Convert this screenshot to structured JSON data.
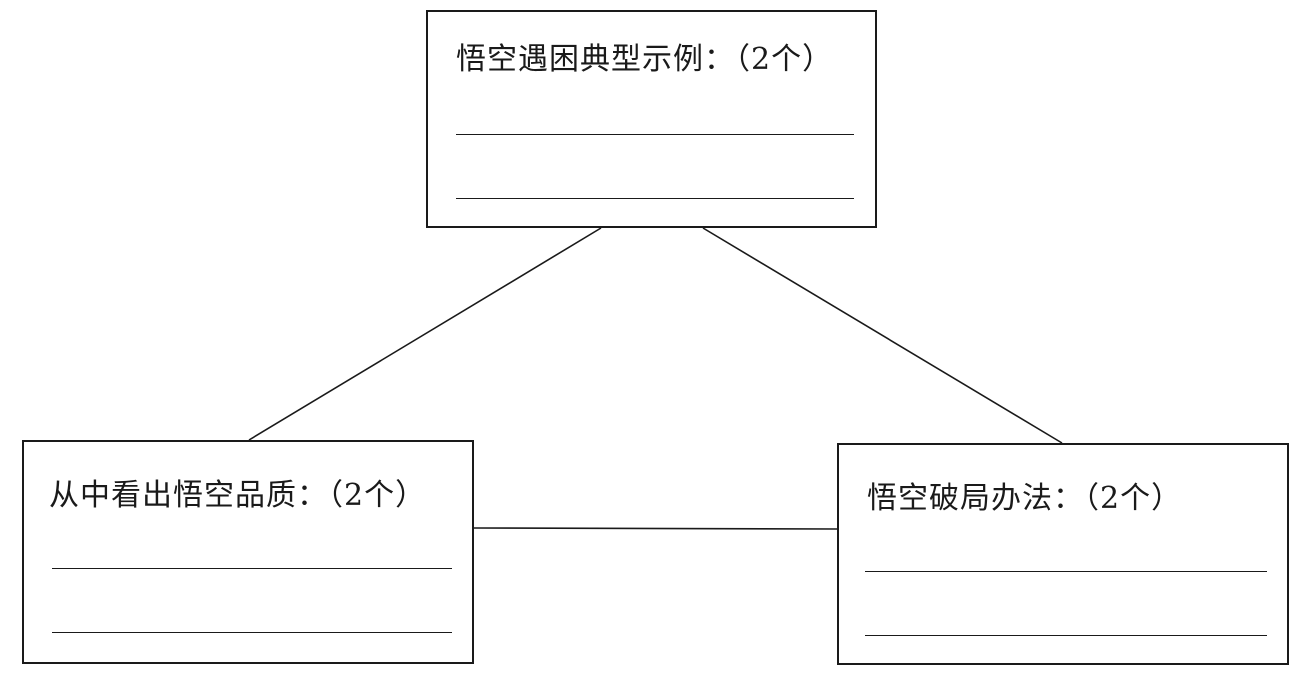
{
  "diagram": {
    "nodes": [
      {
        "id": "top",
        "title": "悟空遇困典型示例：（2个）",
        "blank_lines": 2
      },
      {
        "id": "left",
        "title": "从中看出悟空品质：（2个）",
        "blank_lines": 2
      },
      {
        "id": "right",
        "title": "悟空破局办法：（2个）",
        "blank_lines": 2
      }
    ],
    "edges": [
      {
        "from": "top",
        "to": "left"
      },
      {
        "from": "top",
        "to": "right"
      },
      {
        "from": "left",
        "to": "right"
      }
    ],
    "line_color": "#1a1a1a",
    "background": "#ffffff"
  }
}
